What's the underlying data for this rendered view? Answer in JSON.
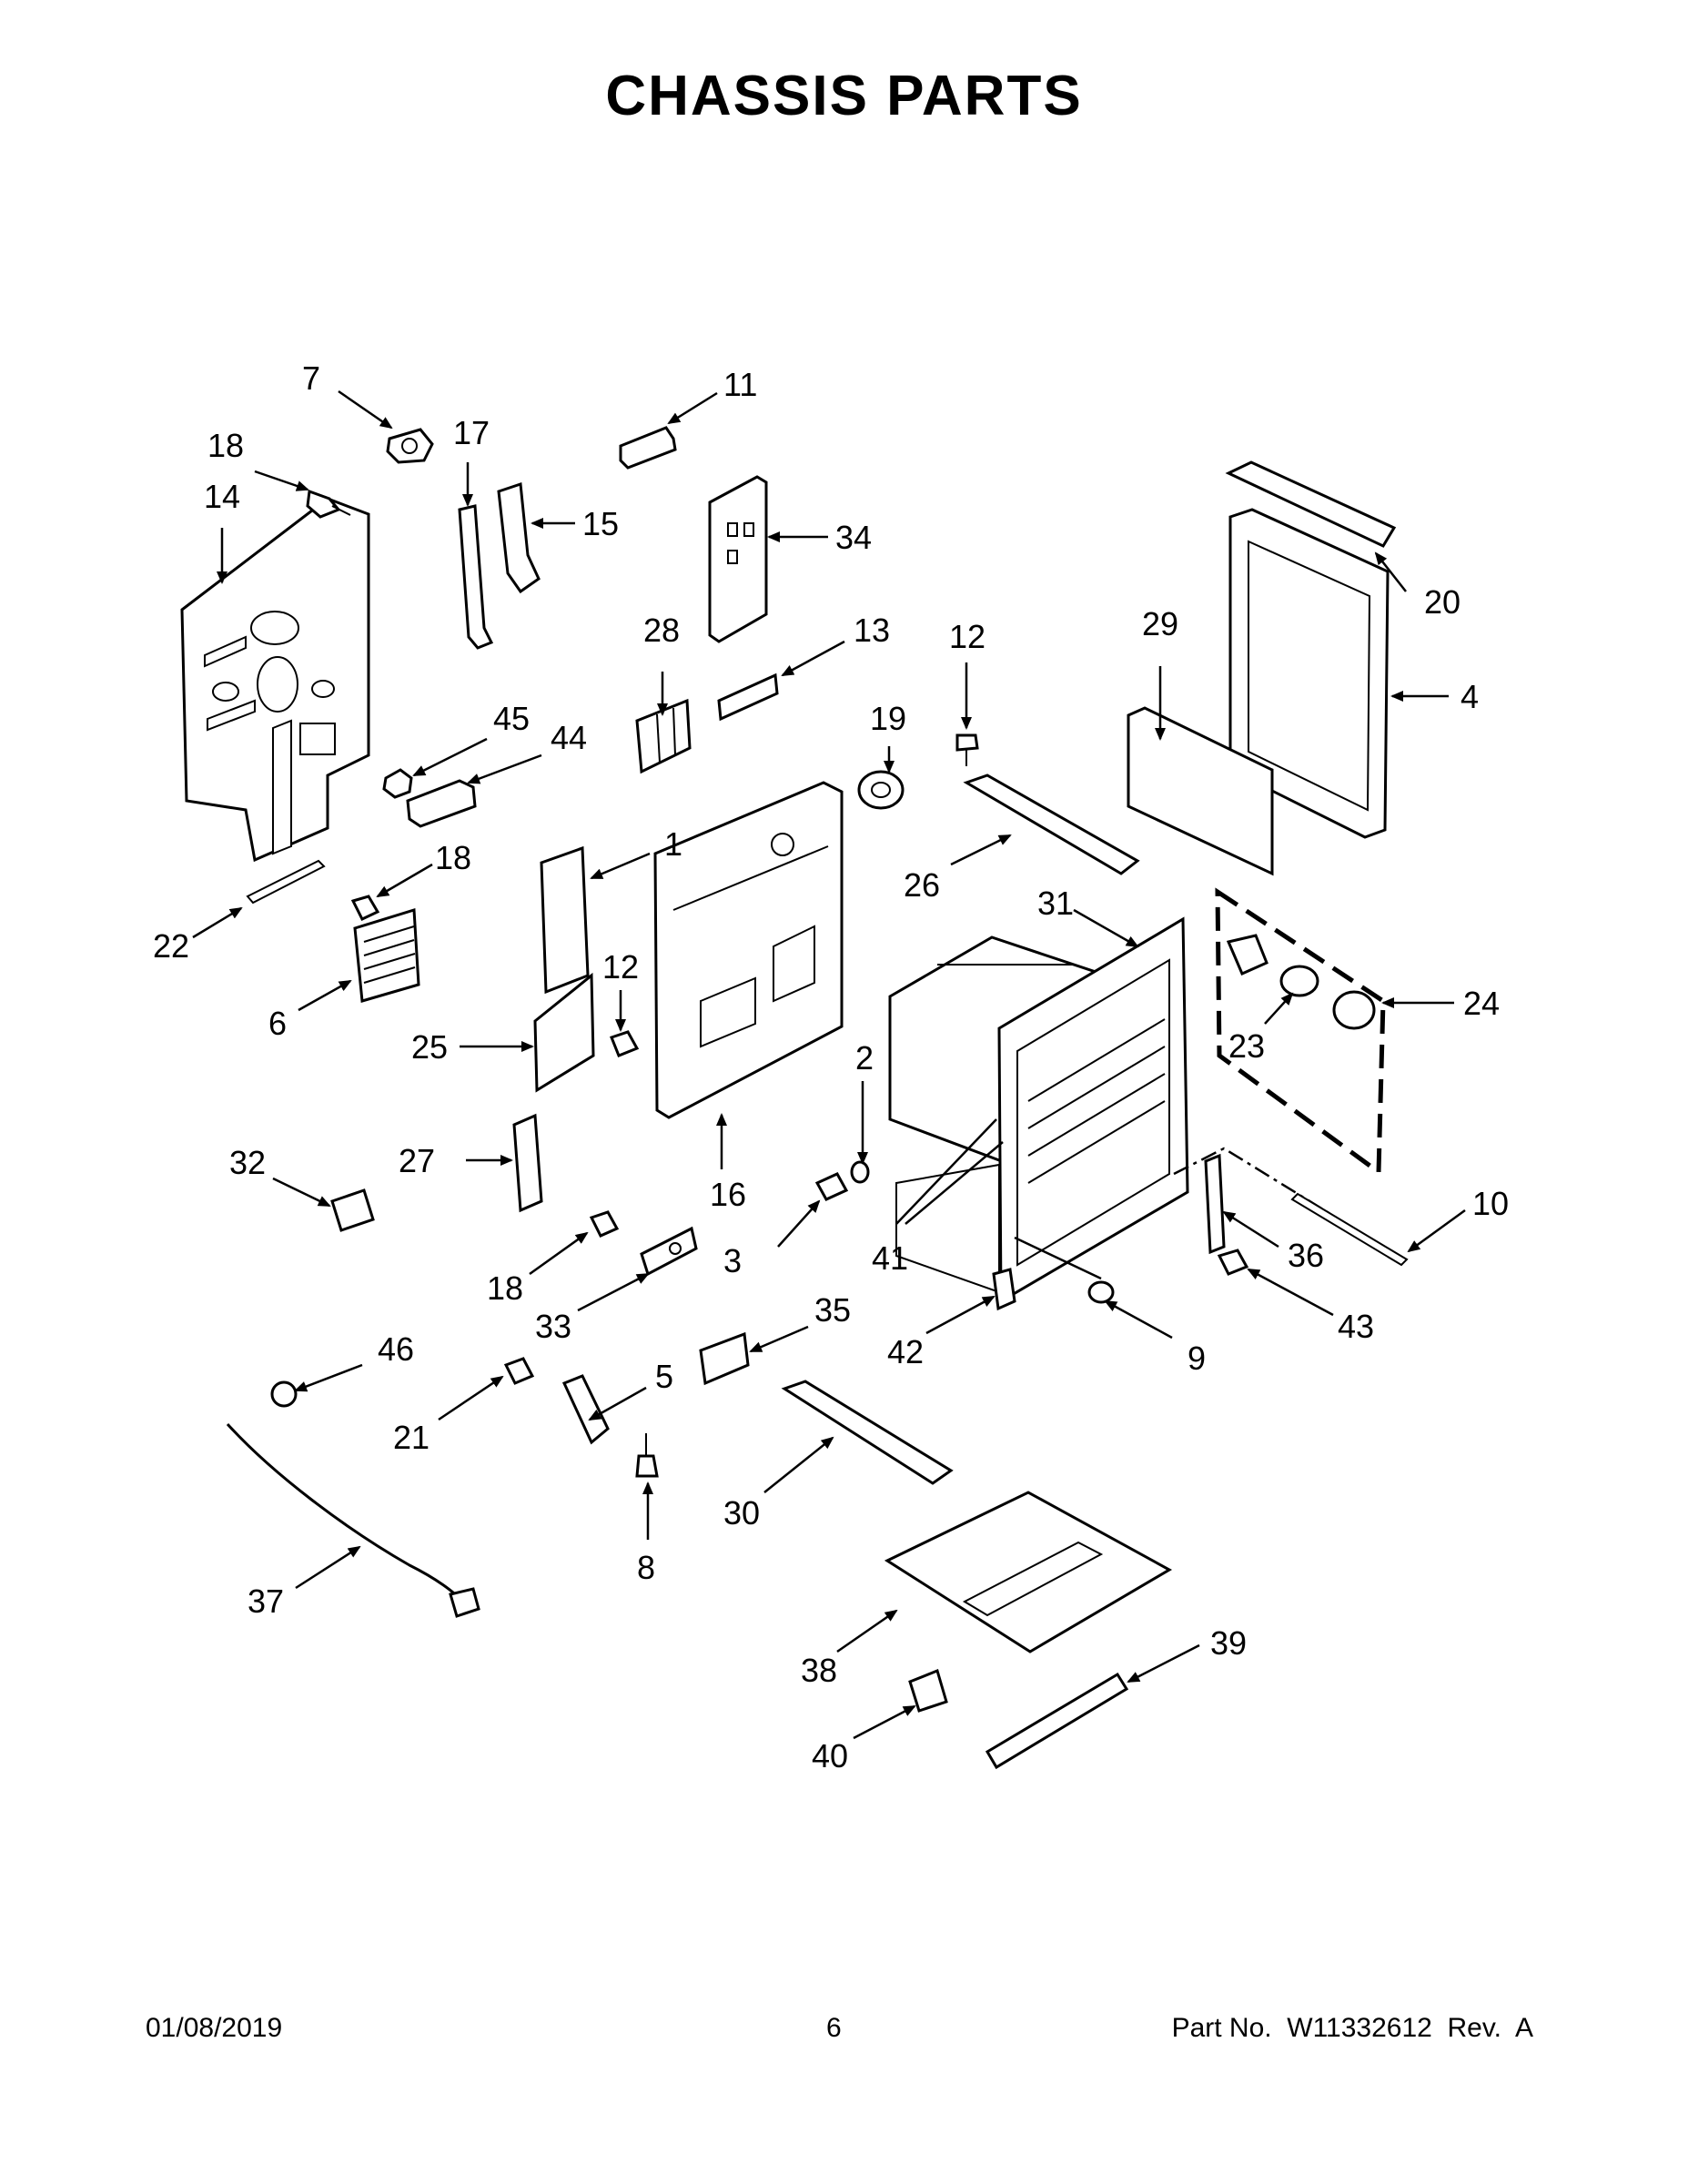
{
  "page": {
    "title": "CHASSIS PARTS",
    "date": "01/08/2019",
    "page_number": "6",
    "part_number": "Part No.  W11332612  Rev.  A"
  },
  "callouts": {
    "c1": "1",
    "c2": "2",
    "c3": "3",
    "c4": "4",
    "c5": "5",
    "c6": "6",
    "c7": "7",
    "c8": "8",
    "c9": "9",
    "c10": "10",
    "c11": "11",
    "c12a": "12",
    "c12b": "12",
    "c13": "13",
    "c14": "14",
    "c15": "15",
    "c16": "16",
    "c17": "17",
    "c18a": "18",
    "c18b": "18",
    "c18c": "18",
    "c19": "19",
    "c20": "20",
    "c21": "21",
    "c22": "22",
    "c23": "23",
    "c24": "24",
    "c25": "25",
    "c26": "26",
    "c27": "27",
    "c28": "28",
    "c29": "29",
    "c30": "30",
    "c31": "31",
    "c32": "32",
    "c33": "33",
    "c34": "34",
    "c35": "35",
    "c36": "36",
    "c37": "37",
    "c38": "38",
    "c39": "39",
    "c40": "40",
    "c41": "41",
    "c42": "42",
    "c43": "43",
    "c44": "44",
    "c45": "45",
    "c46": "46"
  }
}
